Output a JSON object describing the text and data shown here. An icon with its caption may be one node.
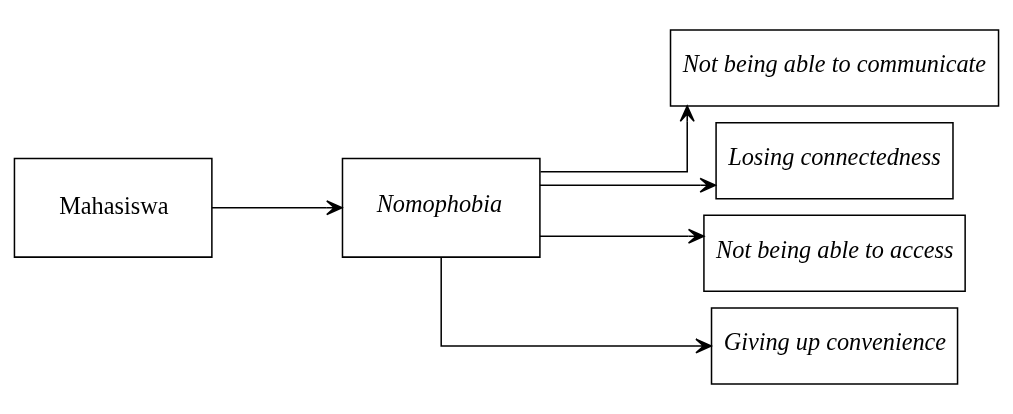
{
  "diagram": {
    "nodes": [
      {
        "text": [
          "Mahasiswa"
        ]
      },
      {
        "text": [
          "Nomophobia"
        ]
      },
      {
        "text": [
          "Not being able to communicate"
        ]
      },
      {
        "text": [
          "Losing connectedness"
        ]
      },
      {
        "text": [
          "Not being able to access"
        ]
      },
      {
        "text": [
          "Giving up convenience"
        ]
      }
    ],
    "edges": [
      {
        "from": 0,
        "to": 1,
        "arrow": "to"
      },
      {
        "from": 1,
        "to": 2,
        "arrow": "to"
      },
      {
        "from": 1,
        "to": 3,
        "arrow": "to"
      },
      {
        "from": 1,
        "to": 4,
        "arrow": "to"
      },
      {
        "from": 1,
        "to": 5,
        "arrow": "to"
      }
    ]
  }
}
